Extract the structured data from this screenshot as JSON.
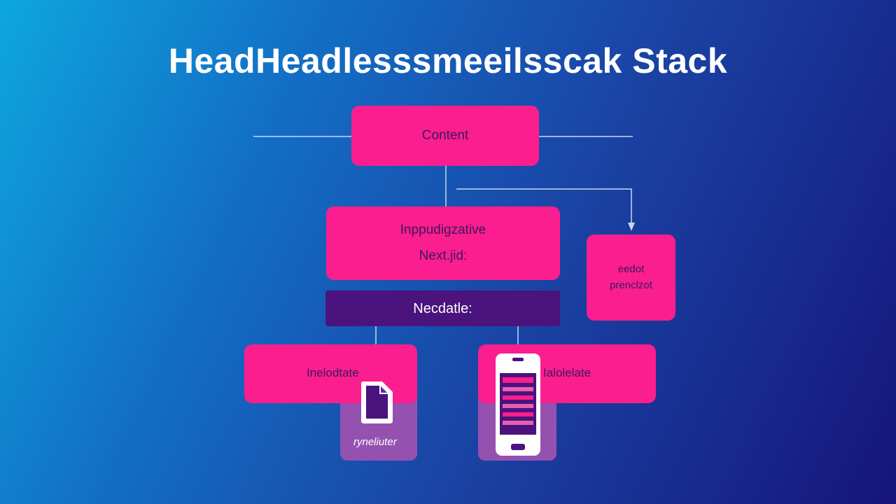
{
  "title": "HeadHeadlesssmeeilsscak Stack",
  "nodes": {
    "content": {
      "label": "Content"
    },
    "interactive": {
      "line1": "Inppudigzative",
      "line2": "Next.jid:"
    },
    "side": {
      "line1": "eedot",
      "line2": "prenclzot"
    },
    "bar": {
      "label": "Necdatle:"
    },
    "left_card": {
      "label": "Inelodtate"
    },
    "right_card": {
      "label": "Ialolelate"
    },
    "left_sub": {
      "label": "ryneliuter"
    }
  },
  "icons": {
    "left": "document-icon",
    "right": "mobile-phone-icon"
  },
  "colors": {
    "pink": "#fb1e8e",
    "dark_purple": "#4a137d",
    "soft_purple": "#9551b0"
  }
}
